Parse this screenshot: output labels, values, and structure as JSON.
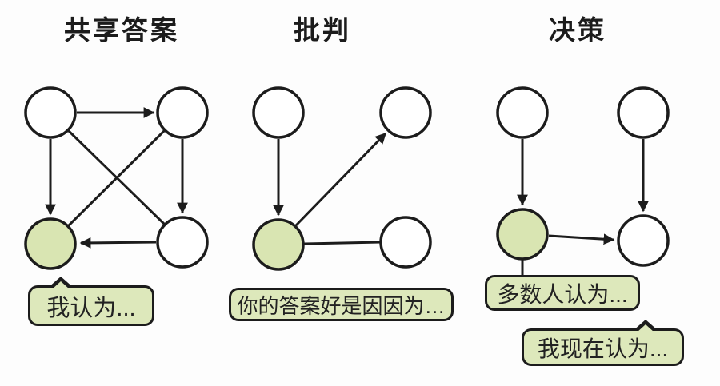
{
  "colors": {
    "background": "#fdfdfd",
    "stroke": "#1c1c1c",
    "node_fill": "#d9e5b2",
    "bubble_fill": "#dde8bb"
  },
  "panels": [
    {
      "title": "共享答案",
      "nodes": {
        "top_left": "plain",
        "top_right": "plain",
        "bottom_left": "highlighted",
        "bottom_right": "plain"
      },
      "edges": [
        "top-left -> top-right (arrow)",
        "top-left -> bottom-left (arrow)",
        "top-right -> bottom-right (arrow)",
        "bottom-right -> bottom-left (arrow)",
        "top-left -- bottom-right (line)",
        "top-right -- bottom-left (line)"
      ],
      "bubbles": [
        {
          "text": "我认为..."
        }
      ]
    },
    {
      "title": "批判",
      "nodes": {
        "top_left": "plain",
        "top_right": "plain",
        "bottom_left": "highlighted",
        "bottom_right": "plain"
      },
      "edges": [
        "top-left -> bottom-left (arrow)",
        "bottom-left -> top-right (arrow)",
        "bottom-left -- bottom-right (line)"
      ],
      "bubbles": [
        {
          "text": "你的答案好是因因为…"
        }
      ]
    },
    {
      "title": "决策",
      "nodes": {
        "top_left": "plain",
        "top_right": "plain",
        "bottom_left": "highlighted",
        "bottom_right": "plain"
      },
      "edges": [
        "top-left -> bottom-left (arrow)",
        "top-right -> bottom-right (arrow)",
        "bottom-left -> bottom-right (arrow)",
        "bottom-left -- bubble stem (line)"
      ],
      "bubbles": [
        {
          "text": "多数人认为..."
        },
        {
          "text": "我现在认为..."
        }
      ]
    }
  ]
}
